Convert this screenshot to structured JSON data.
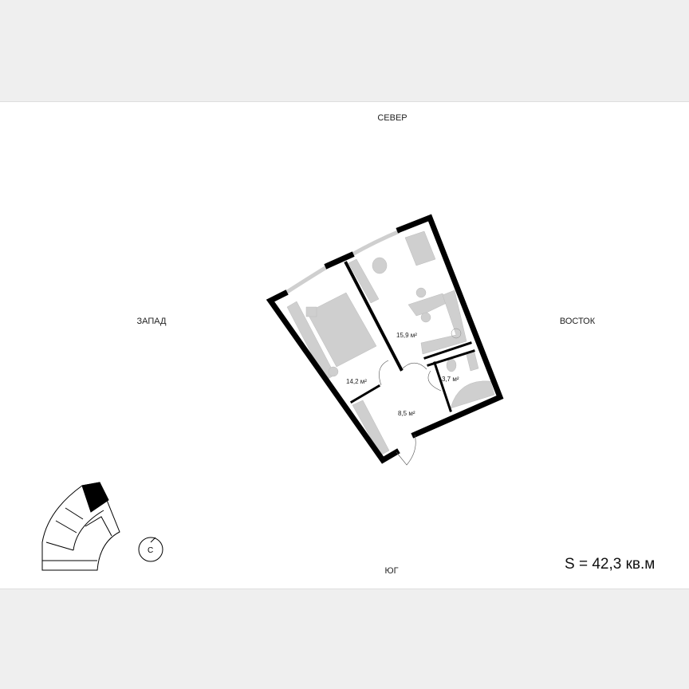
{
  "directions": {
    "north": "СЕВЕР",
    "west": "ЗАПАД",
    "east": "ВОСТОК",
    "south": "ЮГ"
  },
  "rooms": [
    {
      "name": "living-kitchen",
      "area": "15,9 м²"
    },
    {
      "name": "bedroom",
      "area": "14,2 м²"
    },
    {
      "name": "bathroom",
      "area": "3,7 м²"
    },
    {
      "name": "hallway",
      "area": "8,5 м²"
    }
  ],
  "total_area": "S = 42,3 кв.м",
  "compass": {
    "letter": "С"
  },
  "colors": {
    "wall": "#000000",
    "furniture": "#cfcfcf",
    "window": "#d0d0d0",
    "highlight": "#000000"
  }
}
